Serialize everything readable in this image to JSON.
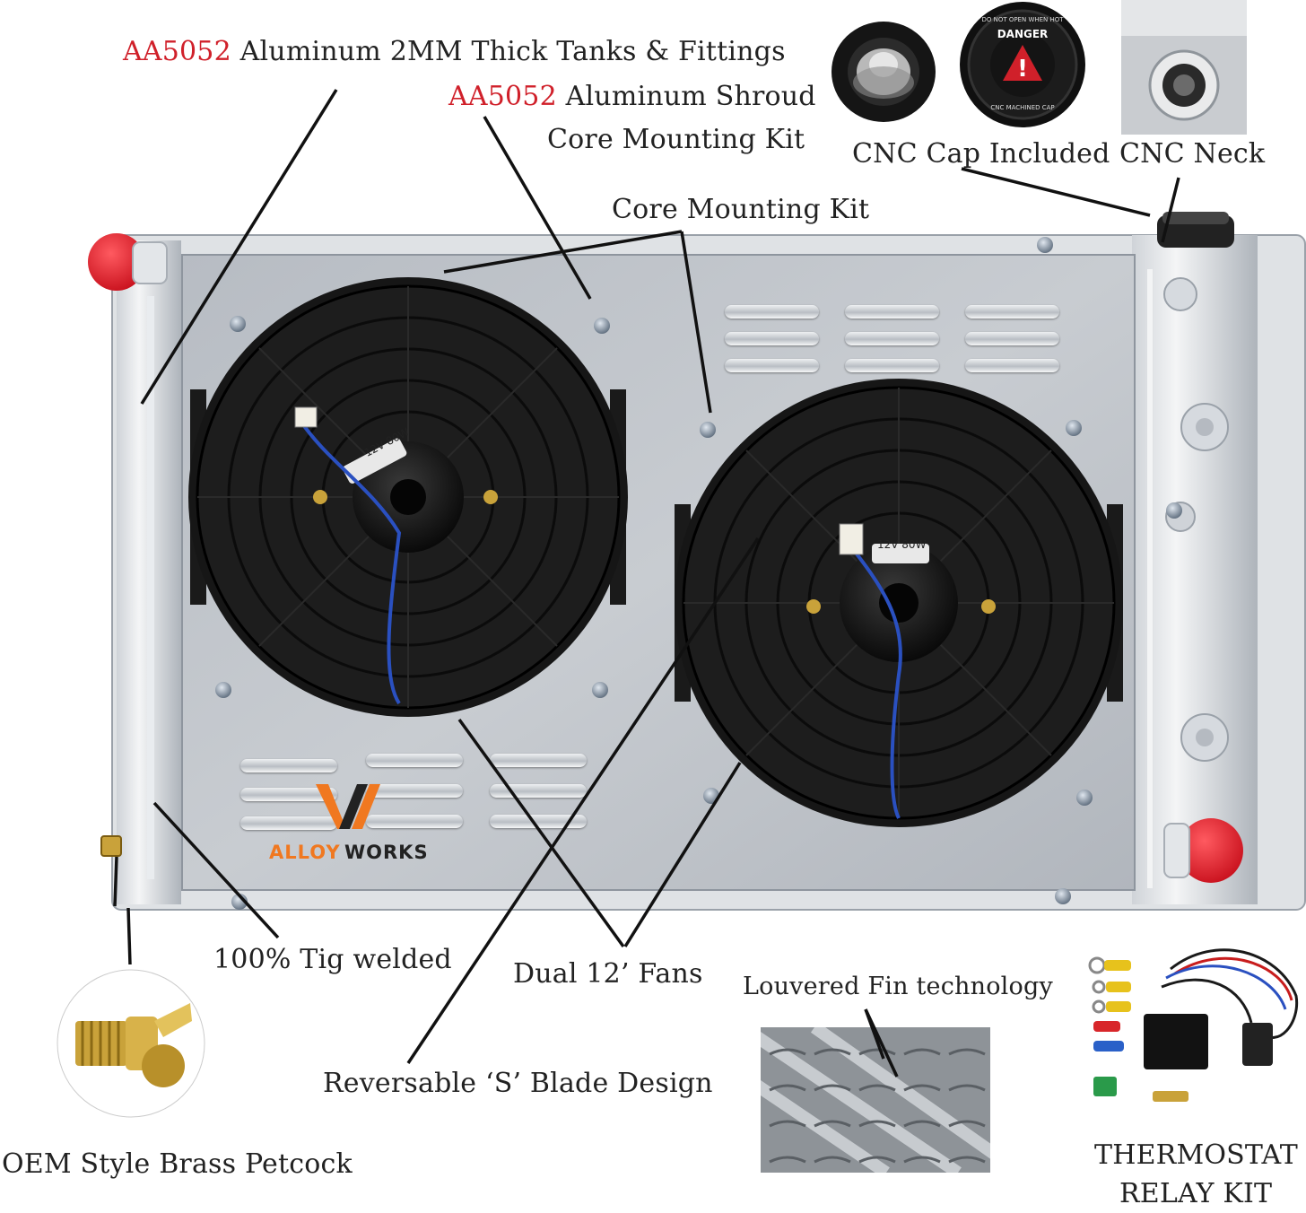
{
  "labels": {
    "tanks_prefix": "AA5052",
    "tanks_text": "Aluminum 2MM Thick Tanks & Fittings",
    "shroud_prefix": "AA5052",
    "shroud_text": "Aluminum Shroud",
    "shroud_text2": "Core Mounting Kit",
    "core_mounting": "Core Mounting Kit",
    "cap": "CNC Cap Included",
    "neck": "CNC Neck",
    "tig": "100% Tig welded",
    "fans": "Dual 12’  Fans",
    "blade": "Reversable ‘S’ Blade Design",
    "louvered": "Louvered Fin technology",
    "petcock": "OEM Style Brass Petcock",
    "relay_line1": "THERMOSTAT",
    "relay_line2": "RELAY KIT"
  },
  "brand": {
    "logo_part1": "ALLOY",
    "logo_part2": "WORKS"
  },
  "fan_stickers": {
    "left": "12V 80W",
    "right": "12V 80W"
  },
  "cap_text": {
    "danger": "DANGER",
    "ring": "DO NOT OPEN WHEN HOT",
    "ring2": "CNC MACHINED CAP"
  },
  "colors": {
    "accent_red": "#d0202a",
    "brand_orange": "#f07820",
    "aluminum": "#c9cdd2",
    "fan_black": "#141414"
  }
}
